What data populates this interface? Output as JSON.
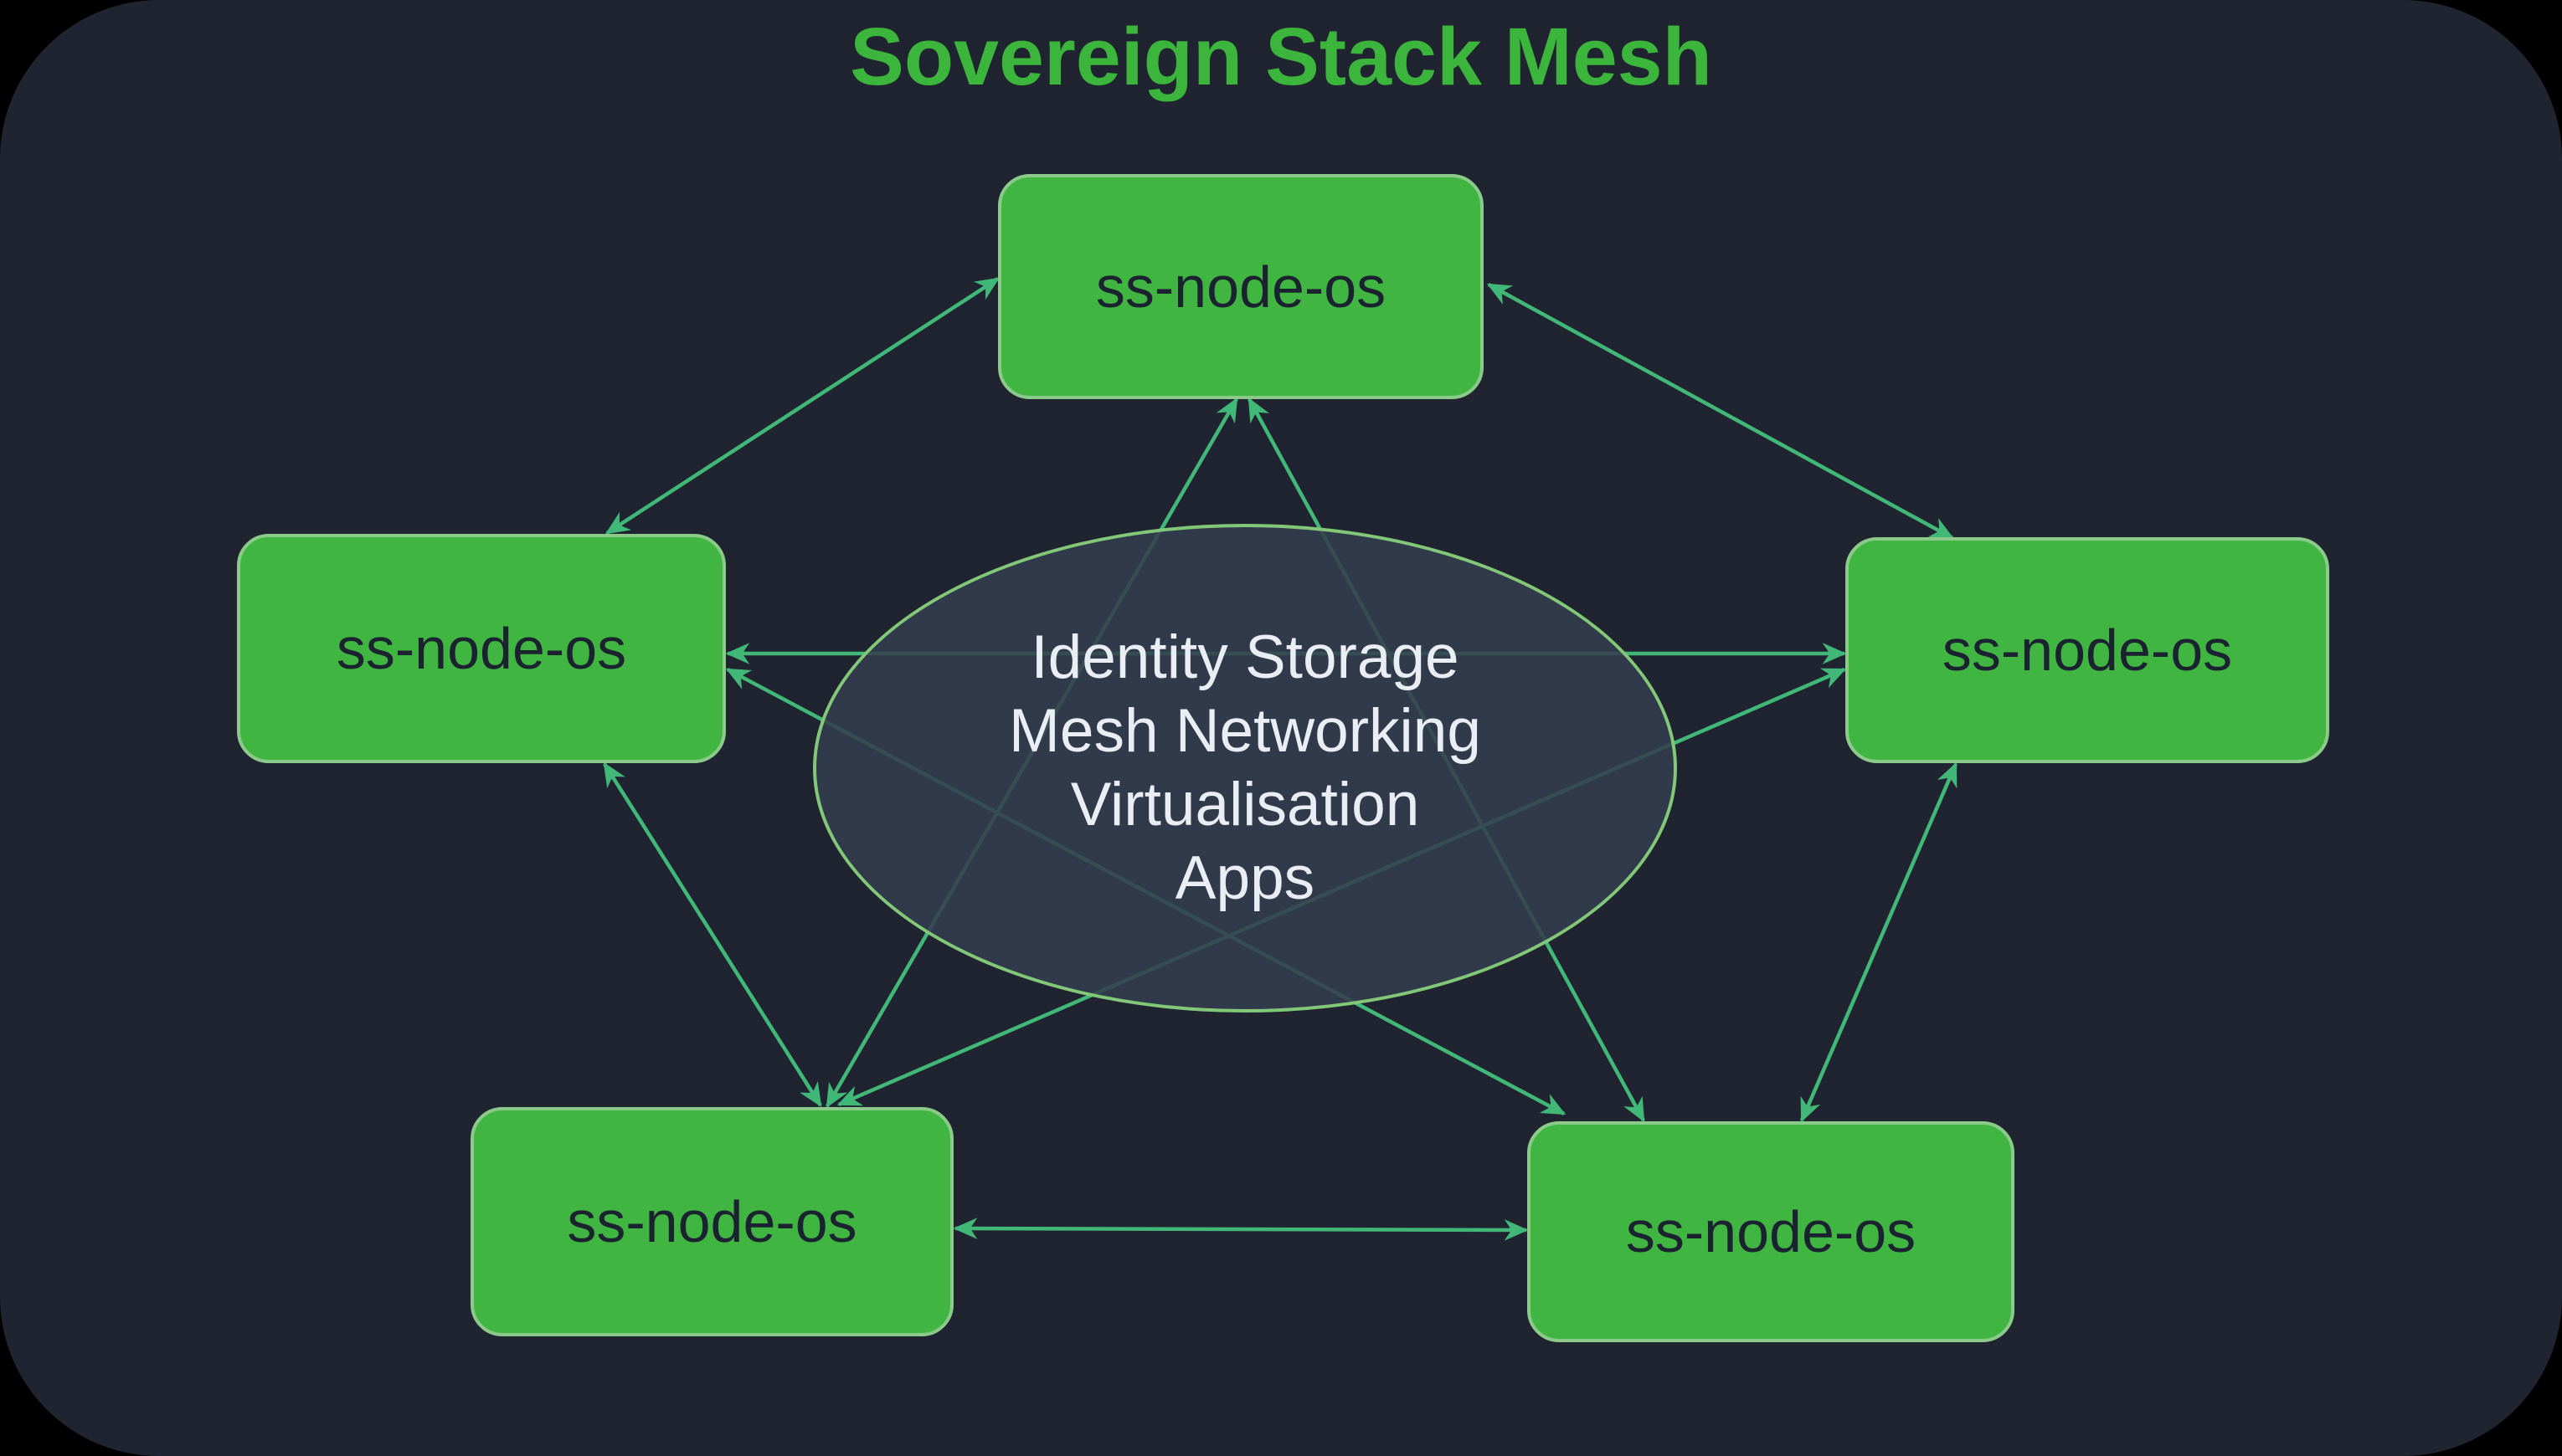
{
  "header": {
    "title": "Sovereign Stack Mesh"
  },
  "nodes": [
    {
      "id": "top",
      "label": "ss-node-os"
    },
    {
      "id": "left",
      "label": "ss-node-os"
    },
    {
      "id": "right",
      "label": "ss-node-os"
    },
    {
      "id": "bottom-left",
      "label": "ss-node-os"
    },
    {
      "id": "bottom-right",
      "label": "ss-node-os"
    }
  ],
  "core": {
    "lines": [
      "Identity Storage",
      "Mesh Networking",
      "Virtualisation",
      "Apps"
    ]
  },
  "edges": [
    [
      "top",
      "left"
    ],
    [
      "top",
      "right"
    ],
    [
      "top",
      "bottom-left"
    ],
    [
      "top",
      "bottom-right"
    ],
    [
      "left",
      "right"
    ],
    [
      "left",
      "bottom-left"
    ],
    [
      "left",
      "bottom-right"
    ],
    [
      "right",
      "bottom-left"
    ],
    [
      "right",
      "bottom-right"
    ],
    [
      "bottom-left",
      "bottom-right"
    ]
  ],
  "edge_style": "bidirectional-arrows",
  "colors": {
    "bg_outer": "#000000",
    "bg_canvas": "#1f2430",
    "node_fill": "#41b541",
    "node_border": "#8bca8b",
    "node_text": "#1b2230",
    "title_text": "#3cb53c",
    "edge_stroke": "#41b878",
    "ellipse_fill": "rgba(52,62,77,0.88)",
    "ellipse_border": "#82c878",
    "ellipse_text": "#e9edf4"
  }
}
